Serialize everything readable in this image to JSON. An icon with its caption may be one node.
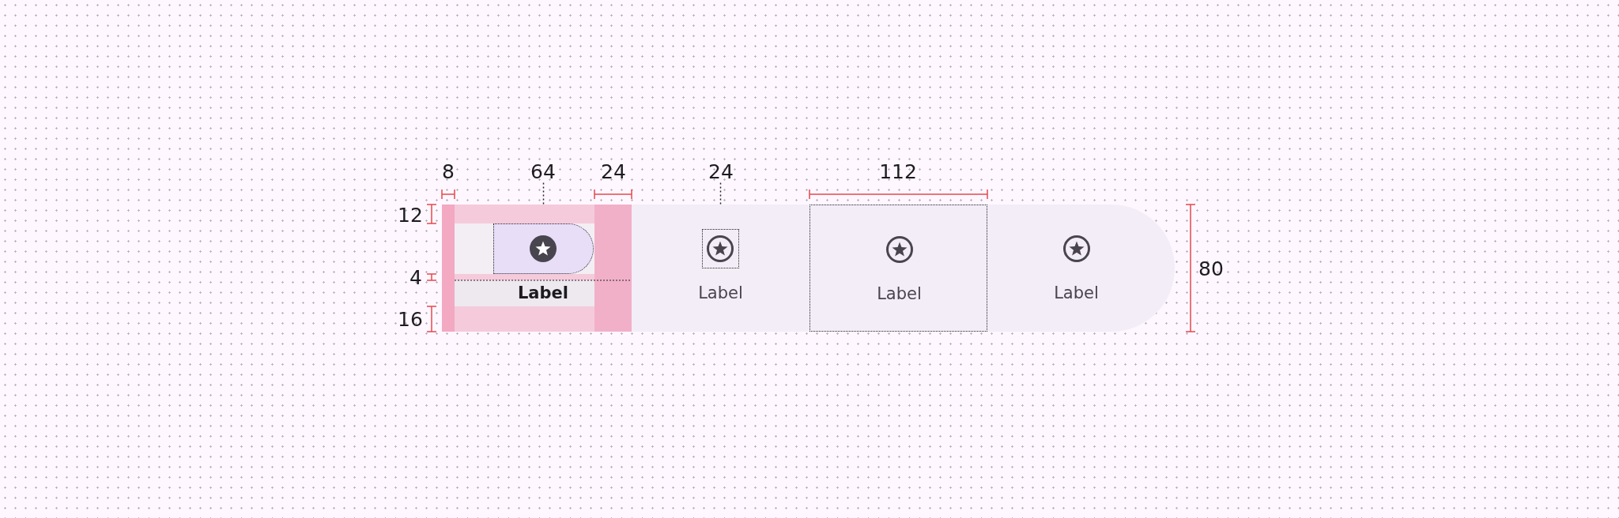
{
  "diagram": {
    "nodes": [
      {
        "text": [],
        "shape": "bar"
      },
      {
        "text": [
          "Label"
        ],
        "in": 0
      },
      {
        "text": [],
        "shape": "box",
        "in": 1
      },
      {
        "text": [
          "Label"
        ],
        "in": 0
      },
      {
        "text": [],
        "shape": "picture",
        "in": 3
      },
      {
        "text": [
          "Label"
        ],
        "in": 0
      },
      {
        "text": [
          "Label"
        ],
        "in": 0
      },
      {
        "text": [
          "64"
        ]
      },
      {
        "text": [
          "24"
        ]
      }
    ],
    "edges": [
      {
        "from": 7,
        "to": 2,
        "arrow": "none",
        "style": "dashed"
      },
      {
        "from": 8,
        "to": 4,
        "arrow": "none",
        "style": "dashed"
      }
    ],
    "labels": [
      "8",
      "24",
      "112",
      "12",
      "80",
      "4",
      "16"
    ]
  }
}
